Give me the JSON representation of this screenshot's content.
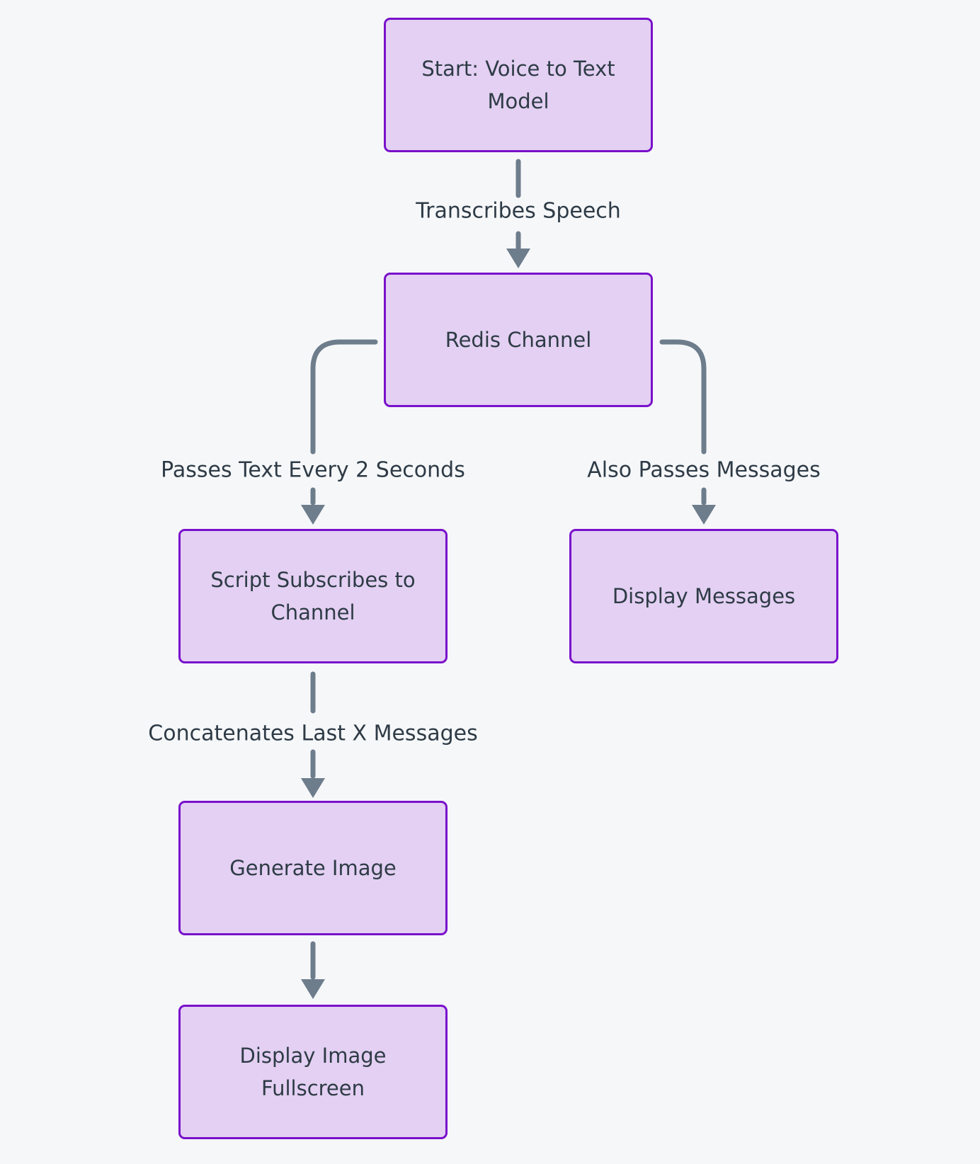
{
  "diagram": {
    "type": "flowchart",
    "direction": "top-down",
    "colors": {
      "background": "#F6F7F9",
      "node_fill": "#E3D0F2",
      "node_border": "#7911CB",
      "text": "#2E3B46",
      "edge": "#6E7D8C"
    },
    "nodes": {
      "start": {
        "label": "Start: Voice to Text\nModel"
      },
      "redis": {
        "label": "Redis Channel"
      },
      "script": {
        "label": "Script Subscribes to\nChannel"
      },
      "display_messages": {
        "label": "Display Messages"
      },
      "generate": {
        "label": "Generate Image"
      },
      "fullscreen": {
        "label": "Display Image\nFullscreen"
      }
    },
    "edges": [
      {
        "from": "start",
        "to": "redis",
        "label": "Transcribes Speech"
      },
      {
        "from": "redis",
        "to": "script",
        "label": "Passes Text Every 2 Seconds"
      },
      {
        "from": "redis",
        "to": "display_messages",
        "label": "Also Passes Messages"
      },
      {
        "from": "script",
        "to": "generate",
        "label": "Concatenates Last X Messages"
      },
      {
        "from": "generate",
        "to": "fullscreen",
        "label": ""
      }
    ]
  }
}
